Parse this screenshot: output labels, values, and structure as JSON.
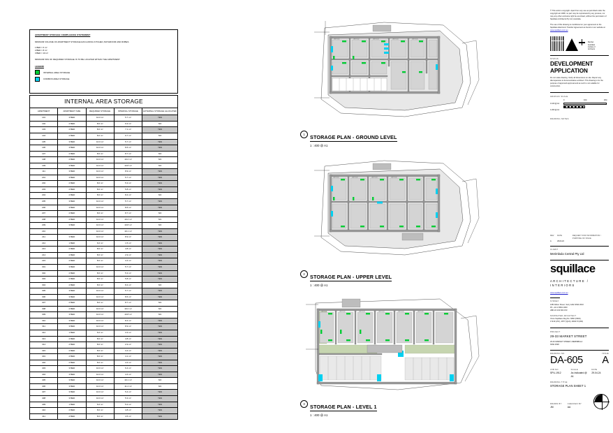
{
  "note": {
    "title": "APARTMENT STORAGE COMPLIANCE STATEMENT",
    "intro": "MINIMUM VOLUME OF APARTMENT STORAGE EXCLUDING KITCHEN, BATHROOM AND ROBES",
    "requirements": [
      "1 BED = 6 m³",
      "2 BED = 8 m³",
      "3 BED = 10 m³"
    ],
    "footer": "MINIMUM 50% OF REQUIRED STORAGE IS TO BE LOCATED WITHIN THE APARTMENT.",
    "legend_title": "LEGEND",
    "legend": [
      {
        "label": "INTERNAL AREA STORAGE",
        "color": "#00cc33"
      },
      {
        "label": "COMMON AREA STORAGE",
        "color": "#00d0f0"
      }
    ]
  },
  "table": {
    "title": "INTERNAL AREA STORAGE",
    "columns": [
      "APARTMENT",
      "APARTMENT SIZE",
      "REQUIRED STORAGE",
      "INTERNAL STORAGE",
      "EXTERNAL STORAGE ALLOCATED"
    ],
    "rows": [
      [
        "101",
        "3 BED",
        "10.0 m³",
        "5.7 m³",
        "YES"
      ],
      [
        "102",
        "2 BED",
        "8.0 m³",
        "9.3 m³",
        "NO"
      ],
      [
        "103",
        "2 BED",
        "8.0 m³",
        "7.1 m³",
        "YES"
      ],
      [
        "104",
        "2 BED",
        "8.0 m³",
        "9.7 m³",
        "NO"
      ],
      [
        "105",
        "3 BED",
        "10.0 m³",
        "5.7 m³",
        "YES"
      ],
      [
        "106",
        "3 BED",
        "10.0 m³",
        "8.6 m³",
        "YES"
      ],
      [
        "107",
        "2 BED",
        "8.0 m³",
        "8.7 m³",
        "NO"
      ],
      [
        "108",
        "2 BED",
        "10.0 m³",
        "10.2 m³",
        "NO"
      ],
      [
        "109",
        "3 BED",
        "10.0 m³",
        "10.8 m³",
        "NO"
      ],
      [
        "111",
        "3 BED",
        "10.0 m³",
        "8.9 m³",
        "YES"
      ],
      [
        "201",
        "3 BED",
        "10.0 m³",
        "5.7 m³",
        "YES"
      ],
      [
        "202",
        "2 BED",
        "8.0 m³",
        "5.3 m³",
        "YES"
      ],
      [
        "203",
        "2 BED",
        "8.0 m³",
        "5.8 m³",
        "YES"
      ],
      [
        "204",
        "2 BED",
        "8.0 m³",
        "8.4 m³",
        "NO"
      ],
      [
        "205",
        "3 BED",
        "10.0 m³",
        "5.7 m³",
        "YES"
      ],
      [
        "206",
        "3 BED",
        "10.0 m³",
        "8.6 m³",
        "YES"
      ],
      [
        "207",
        "2 BED",
        "8.0 m³",
        "8.7 m³",
        "NO"
      ],
      [
        "208",
        "2 BED",
        "10.0 m³",
        "10.2 m³",
        "NO"
      ],
      [
        "209",
        "3 BED",
        "10.0 m³",
        "10.8 m³",
        "NO"
      ],
      [
        "210",
        "",
        "10.0 m³",
        "19.1 m³",
        "YES"
      ],
      [
        "211",
        "3 BED",
        "10.0 m³",
        "8.9 m³",
        "YES"
      ],
      [
        "212",
        "1 BED",
        "6.0 m³",
        "1.5 m³",
        "YES"
      ],
      [
        "213",
        "2 BED",
        "8.0 m³",
        "4.8 m³",
        "YES"
      ],
      [
        "214",
        "2 BED",
        "8.0 m³",
        "2.9 m³",
        "YES"
      ],
      [
        "215",
        "2 BED",
        "8.0 m³",
        "3.4 m³",
        "YES"
      ],
      [
        "301",
        "3 BED",
        "10.0 m³",
        "5.7 m³",
        "YES"
      ],
      [
        "302",
        "2 BED",
        "8.0 m³",
        "5.3 m³",
        "YES"
      ],
      [
        "303",
        "2 BED",
        "8.0 m³",
        "5.8 m³",
        "YES"
      ],
      [
        "304",
        "2 BED",
        "8.0 m³",
        "8.4 m³",
        "NO"
      ],
      [
        "305",
        "3 BED",
        "10.0 m³",
        "5.7 m³",
        "YES"
      ],
      [
        "306",
        "3 BED",
        "10.0 m³",
        "8.6 m³",
        "YES"
      ],
      [
        "307",
        "2 BED",
        "8.0 m³",
        "8.7 m³",
        "NO"
      ],
      [
        "308",
        "2 BED",
        "10.0 m³",
        "10.2 m³",
        "NO"
      ],
      [
        "309",
        "3 BED",
        "10.0 m³",
        "10.8 m³",
        "NO"
      ],
      [
        "310",
        "3 BED",
        "10.0 m³",
        "8.4 m³",
        "YES"
      ],
      [
        "311",
        "3 BED",
        "10.0 m³",
        "8.9 m³",
        "YES"
      ],
      [
        "312",
        "1 BED",
        "6.0 m³",
        "3.3 m³",
        "YES"
      ],
      [
        "313",
        "2 BED",
        "8.0 m³",
        "4.8 m³",
        "YES"
      ],
      [
        "314",
        "2 BED",
        "8.0 m³",
        "2.9 m³",
        "YES"
      ],
      [
        "315",
        "2 BED",
        "8.0 m³",
        "3.4 m³",
        "YES"
      ],
      [
        "401",
        "2 BED",
        "8.0 m³",
        "4.1 m³",
        "YES"
      ],
      [
        "402",
        "2 BED",
        "8.0 m³",
        "4.4 m³",
        "YES"
      ],
      [
        "403",
        "3 BED",
        "10.0 m³",
        "6.4 m³",
        "YES"
      ],
      [
        "404",
        "3 BED",
        "10.0 m³",
        "4.4 m³",
        "YES"
      ],
      [
        "405",
        "3 BED",
        "10.0 m³",
        "10.1 m³",
        "NO"
      ],
      [
        "406",
        "3 BED",
        "10.0 m³",
        "11.4 m³",
        "NO"
      ],
      [
        "407",
        "3 BED",
        "10.0 m³",
        "5.4 m³",
        "YES"
      ],
      [
        "408",
        "3 BED",
        "10.0 m³",
        "5.3 m³",
        "YES"
      ],
      [
        "409",
        "1 BED",
        "6.0 m³",
        "5.2 m³",
        "YES"
      ],
      [
        "410",
        "2 BED",
        "8.0 m³",
        "4.8 m³",
        "YES"
      ],
      [
        "411",
        "2 BED",
        "8.0 m³",
        "4.5 m³",
        "YES"
      ]
    ]
  },
  "drawings": [
    {
      "num": "1",
      "title": "STORAGE PLAN - GROUND LEVEL",
      "scale": "1 : 400 @ A1"
    },
    {
      "num": "2",
      "title": "STORAGE PLAN - UPPER LEVEL",
      "scale": "1 : 400 @ A1"
    },
    {
      "num": "3",
      "title": "STORAGE PLAN - LEVEL 1",
      "scale": "1 : 400 @ A1"
    }
  ],
  "titleblock": {
    "copyright": "© This work is copyright. Apart from any use as permitted under the copyright act 1968, no part may be reproduced by any process, nor may any other exclusive right be exercised, without the permission of Squillace Architects Pty Ltd, Australia.",
    "agreement": "The use of this drawing is conditional on your agreement to the Squillace Electronic Transfer Agreement as found on our website at",
    "website": "www.squillace.com.au",
    "nsw_logo_text": "Member\nAustralian\nInstitute of\nArchitects",
    "status_label": "STATUS",
    "status_value": "DEVELOPMENT APPLICATION",
    "status_note": "Do not scale drawing. Verify all dimensions on site. Report any discrepancies to document/ation architect. This drawing is for the purpose of approval/ approval and as such is not suitable for construction.",
    "scale_label": "GRAPHIC SCALE",
    "scale_rows": [
      "1:100 @ A1",
      "1:200 @ A1"
    ],
    "scale_ticks": [
      "0",
      "10m",
      "20m"
    ],
    "notes_label": "DRAWING NOTES",
    "rev_headers": [
      "REV",
      "DATE",
      "REQUEST FOR INFORMATION / PURPOSE OF ISSUE"
    ],
    "revisions": [
      [
        "A",
        "29.04.24",
        ""
      ]
    ],
    "client_label": "CLIENT",
    "client_value": "Merimbula Central Pty Ltd",
    "practice_name": "squillace",
    "practice_sub": "ARCHITECTURE / INTERIORS",
    "office_label": "SYDNEY",
    "office_address": "1/80 Albion Street, Surry Hills NSW 2010\nPh: +61 2 8354 1000\nABN 24 102 604 153",
    "registration_label": "NOMINATED ARCHITECT",
    "registration_value": "Vince Squillace Reg No. 6666 (NSW),\n17219 (VIC), 4877 (QLD), AW1173 (WA)",
    "project_label": "PROJECT",
    "project_value": "29-33 MARKET STREET",
    "project_address": "29-33 MARKET STREET, MERIMBULA\nNSW 2548",
    "drawing_no_label": "DRAWING NO.",
    "drawing_no": "DA-605",
    "issue_label": "ISSUE",
    "issue": "A",
    "job_no_label": "JOB NO.",
    "job_no": "SPU-1912",
    "scale_field_label": "SCALE",
    "scale_field": "As Indicated @ A1",
    "date_label": "DATE",
    "date": "29.04.24",
    "drawing_title_label": "DRAWING TITLE",
    "drawing_title": "STORAGE PLAN SHEET 1",
    "drawn_by_label": "DRAWN BY",
    "drawn_by": "JM",
    "checked_by_label": "CHECKED BY",
    "checked_by": "AA",
    "north_label": "north-point"
  },
  "colors": {
    "internal_storage": "#00cc33",
    "common_storage": "#00d0f0",
    "wall": "#808080",
    "room_fill": "#d9d9d9",
    "landscape": "#c6d5b0",
    "yes_cell": "#c8c8c8"
  }
}
